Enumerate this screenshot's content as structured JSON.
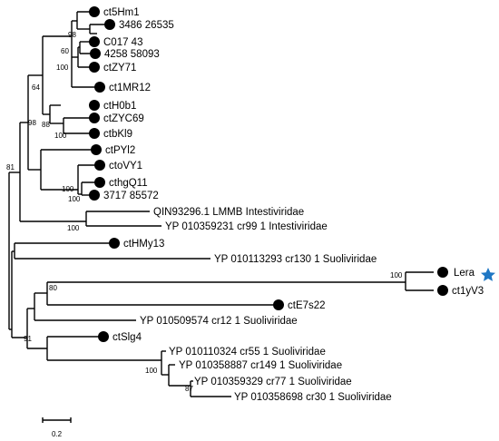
{
  "leaves": {
    "ctSHm1": "ct5Hm1",
    "a348626535": "3486 26535",
    "c01743": "C017 43",
    "a425858093": "4258 58093",
    "ctzy71": "ctZY71",
    "ct1mr12": "ct1MR12",
    "cth0b1": "ctH0b1",
    "ctzyc69": "ctZYC69",
    "ctbkl9": "ctbKl9",
    "ctpyl2": "ctPYl2",
    "ctovy1": "ctoVY1",
    "cthgq11": "cthgQ11",
    "a371785572": "3717 85572",
    "qin": "QIN93296.1 LMMB Intestiviridae",
    "yp_cr99": "YP 010359231 cr99 1 Intestiviridae",
    "cthmy13": "ctHMy13",
    "yp_cr130": "YP 010113293 cr130 1 Suoliviridae",
    "lera": "Lera",
    "ct1yv3": "ct1yV3",
    "cte7s22": "ctE7s22",
    "yp_cr12": "YP 010509574 cr12 1 Suoliviridae",
    "ctslg4": "ctSlg4",
    "yp_cr55": "YP 010110324 cr55 1 Suoliviridae",
    "yp_cr149": "YP 010358887 cr149 1 Suoliviridae",
    "yp_cr77": "YP 010359329 cr77 1 Suoliviridae",
    "yp_cr30": "YP 010358698 cr30 1 Suoliviridae"
  },
  "support": {
    "s98a": "98",
    "s60": "60",
    "s100a": "100",
    "s64": "64",
    "s98b": "98",
    "s88": "88",
    "s100b": "100",
    "s81": "81",
    "s100c": "100",
    "s100d": "100",
    "s100e": "100",
    "s80": "80",
    "s91": "91",
    "s100f": "100",
    "s87": "87"
  },
  "scale_bar": {
    "label": "0.2"
  },
  "colors": {
    "star": "#1f77c4",
    "marker": "#000000",
    "branch": "#000000"
  },
  "icons": {
    "marker": "filled-circle",
    "highlight": "star"
  }
}
